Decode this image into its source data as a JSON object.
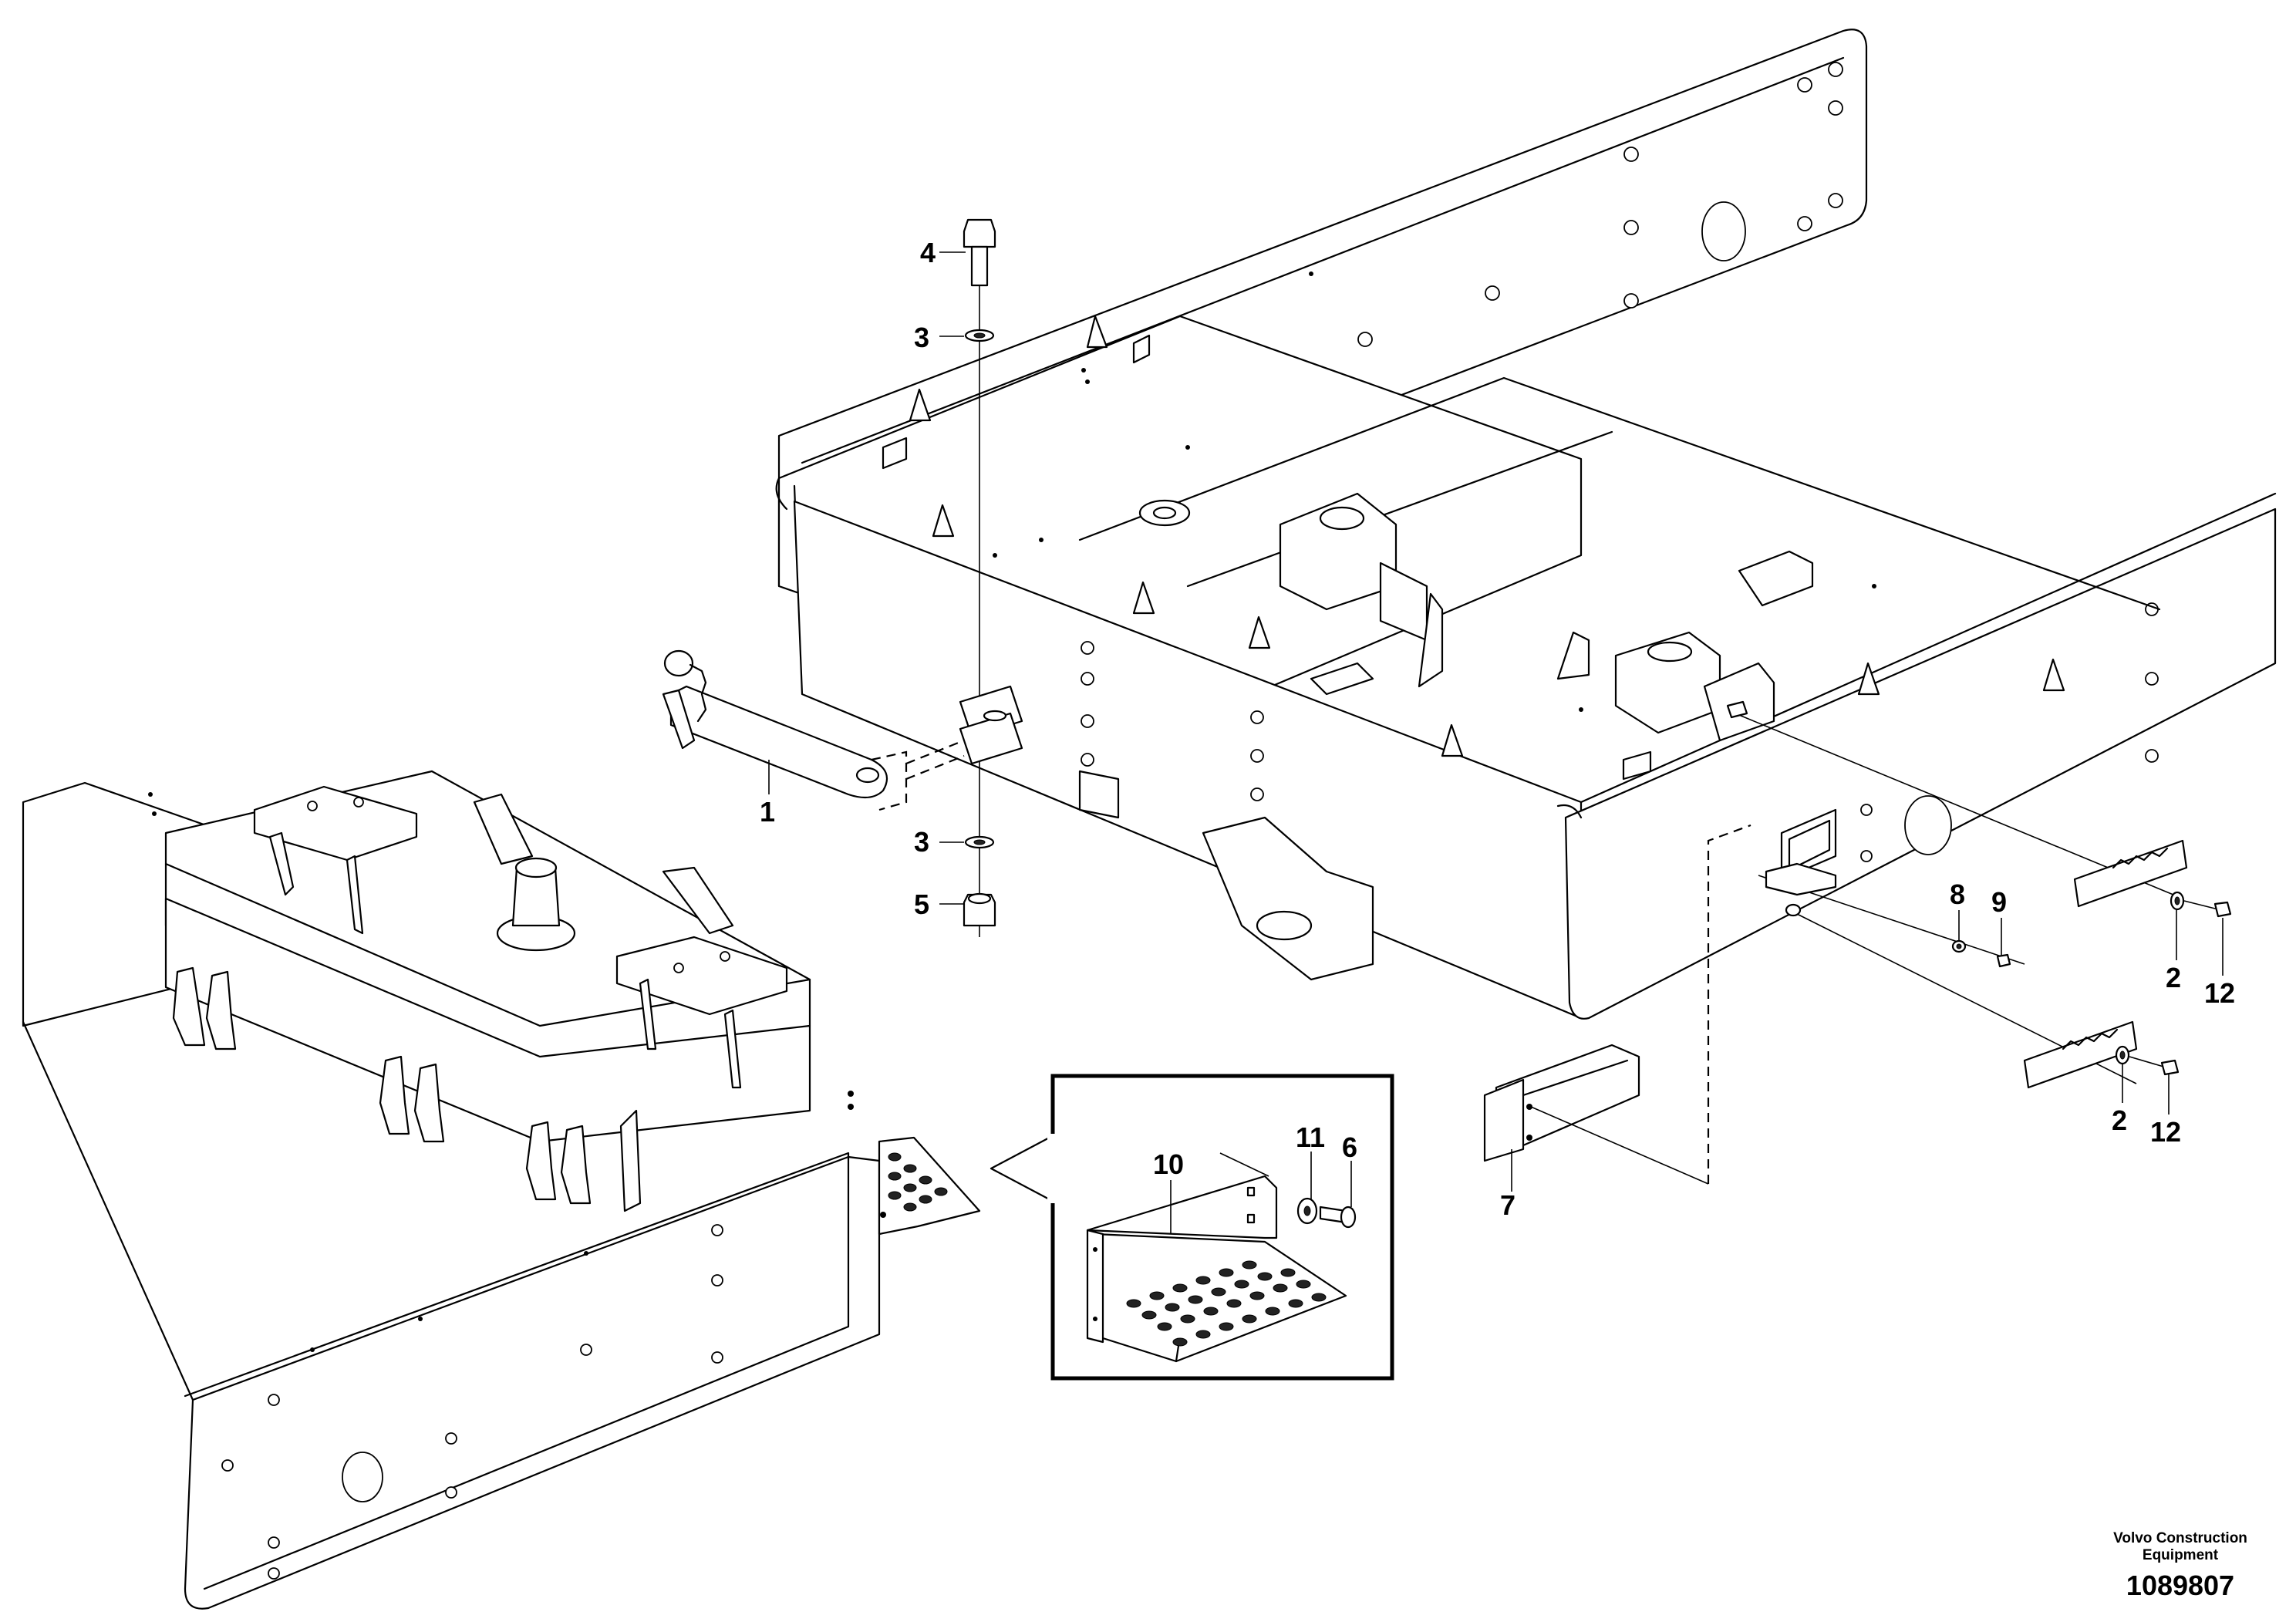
{
  "callouts": {
    "c1": "1",
    "c2a": "2",
    "c2b": "2",
    "c3a": "3",
    "c3b": "3",
    "c4": "4",
    "c5": "5",
    "c6": "6",
    "c7": "7",
    "c8": "8",
    "c9": "9",
    "c10": "10",
    "c11": "11",
    "c12a": "12",
    "c12b": "12"
  },
  "footer": {
    "brand_line1": "Volvo Construction",
    "brand_line2": "Equipment",
    "drawing_number": "1089807"
  }
}
